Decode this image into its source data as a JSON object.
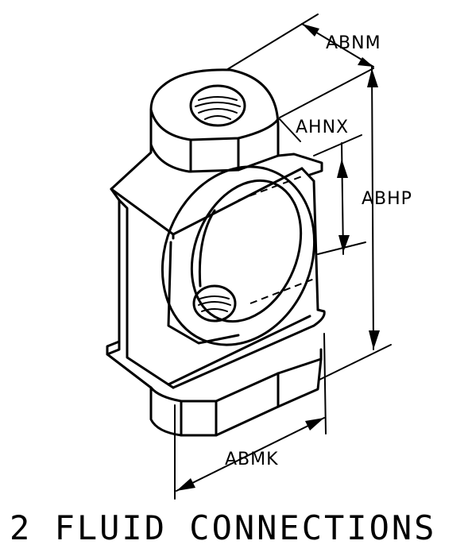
{
  "dimensions": {
    "abnm": "ABNM",
    "ahnx": "AHNX",
    "abhp": "ABHP",
    "abmk": "ABMK"
  },
  "caption": "2 FLUID CONNECTIONS"
}
